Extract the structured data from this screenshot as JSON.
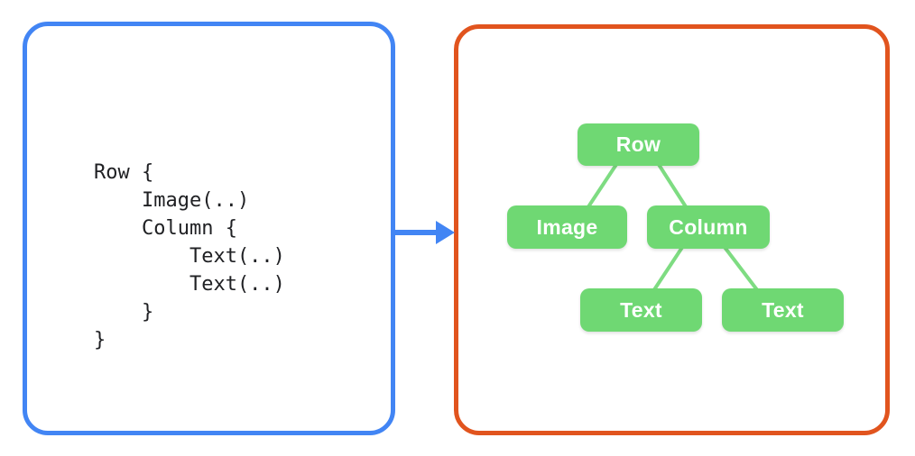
{
  "code_panel": {
    "lines": [
      "Row {",
      "    Image(..)",
      "    Column {",
      "        Text(..)",
      "        Text(..)",
      "    }",
      "}"
    ]
  },
  "tree_panel": {
    "nodes": [
      {
        "id": "row",
        "label": "Row"
      },
      {
        "id": "image",
        "label": "Image"
      },
      {
        "id": "column",
        "label": "Column"
      },
      {
        "id": "text-1",
        "label": "Text"
      },
      {
        "id": "text-2",
        "label": "Text"
      }
    ],
    "edges": [
      {
        "from": "row",
        "to": "image"
      },
      {
        "from": "row",
        "to": "column"
      },
      {
        "from": "column",
        "to": "text-1"
      },
      {
        "from": "column",
        "to": "text-2"
      }
    ]
  },
  "icons": {
    "arrow_right": "→"
  },
  "colors": {
    "code_box_border": "#4285F4",
    "tree_box_border": "#E1541E",
    "arrow": "#4285F4",
    "node_fill": "#6FD873",
    "edge_stroke": "#7EDC82",
    "node_text": "#FFFFFF",
    "code_text": "#202124",
    "background": "#FFFFFF"
  }
}
